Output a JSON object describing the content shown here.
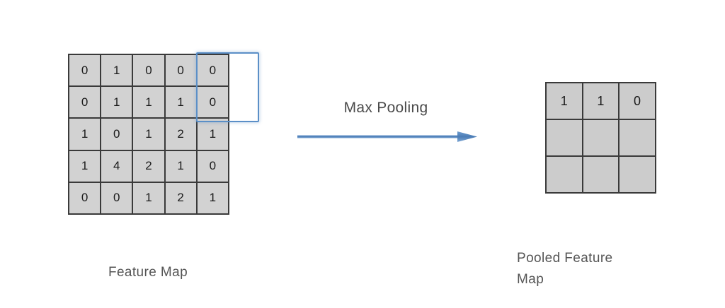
{
  "diagram": {
    "title_text": "Max Pooling",
    "feature_map": {
      "caption": "Feature Map",
      "rows": 5,
      "cols": 5,
      "values": [
        [
          "0",
          "1",
          "0",
          "0",
          "0"
        ],
        [
          "0",
          "1",
          "1",
          "1",
          "0"
        ],
        [
          "1",
          "0",
          "1",
          "2",
          "1"
        ],
        [
          "1",
          "4",
          "2",
          "1",
          "0"
        ],
        [
          "0",
          "0",
          "1",
          "2",
          "1"
        ]
      ],
      "cell_fill_color": "#d2d2d2",
      "border_color": "#3a3a3a"
    },
    "pooling_window": {
      "name": "pooling-window",
      "color": "#5b8fc7",
      "covers_rows": 2,
      "covers_cols": 2
    },
    "arrow": {
      "label": "Max Pooling",
      "color": "#4b7cb5",
      "direction": "right"
    },
    "pooled_map": {
      "caption_line1": "Pooled Feature",
      "caption_line2": "Map",
      "rows": 3,
      "cols": 3,
      "values": [
        [
          "1",
          "1",
          "0"
        ],
        [
          "",
          "",
          ""
        ],
        [
          "",
          "",
          ""
        ]
      ],
      "cell_fill_color": "#cccccc",
      "border_color": "#3a3a3a"
    }
  }
}
